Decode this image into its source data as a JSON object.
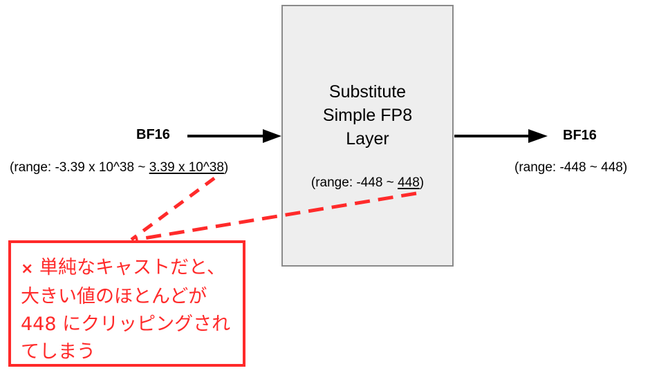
{
  "input": {
    "label": "BF16",
    "range_prefix": "(range: -3.39 x 10^38 ~ ",
    "range_max": "3.39 x 10^38",
    "range_suffix": ")"
  },
  "layer": {
    "title_lines": [
      "Substitute",
      "Simple FP8",
      "Layer"
    ],
    "range_prefix": "(range: -448 ~ ",
    "range_max": "448",
    "range_suffix": ")"
  },
  "output": {
    "label": "BF16",
    "range": "(range: -448 ~ 448)"
  },
  "callout": {
    "icon": "cross-mark-icon",
    "mark": "×",
    "text": "単純なキャストだと、大きい値のほとんどが 448 にクリッピングされてしまう"
  },
  "colors": {
    "warning": "#ff2a2a",
    "box_fill": "#eeeeee",
    "box_border": "#8a8a8a"
  }
}
